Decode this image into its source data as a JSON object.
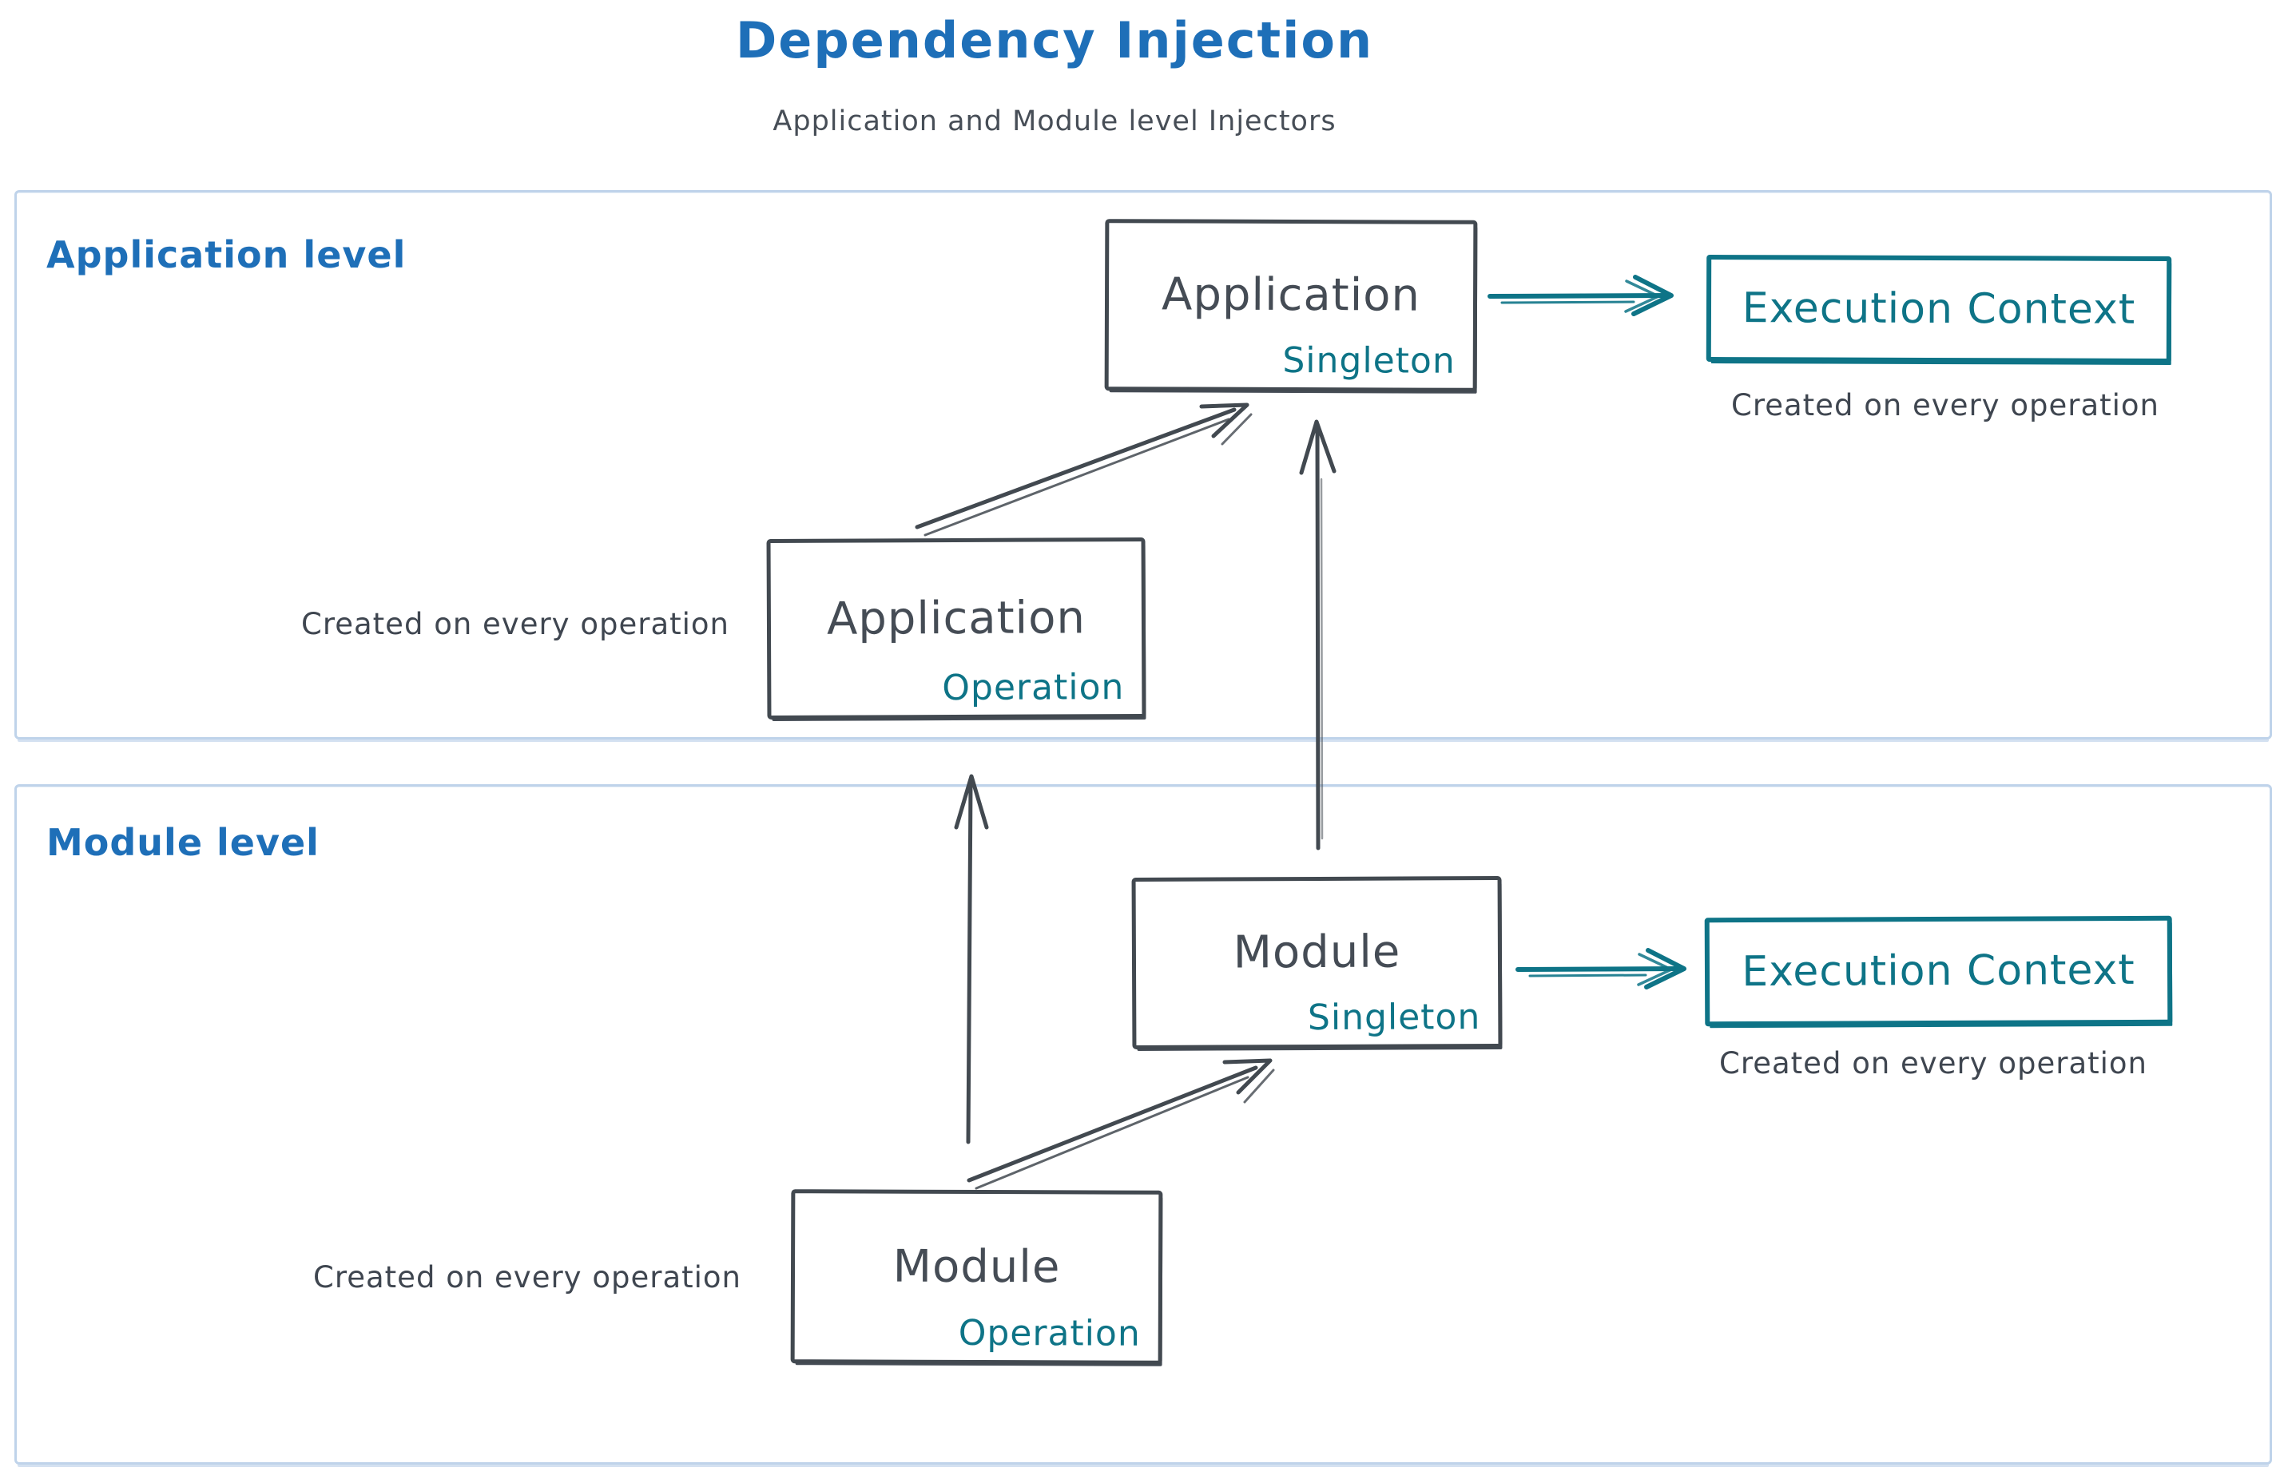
{
  "title": "Dependency Injection",
  "subtitle": "Application and Module level Injectors",
  "colors": {
    "title_blue": "#1e6fb8",
    "ink_dark": "#424950",
    "accent_teal": "#0e7487",
    "frame_blue": "#bfd3ea"
  },
  "sections": {
    "application": {
      "label": "Application level",
      "operation_box": {
        "title": "Application",
        "tag": "Operation"
      },
      "operation_caption": "Created on every operation",
      "singleton_box": {
        "title": "Application",
        "tag": "Singleton"
      },
      "execution_box": {
        "label": "Execution Context"
      },
      "execution_caption": "Created on every operation"
    },
    "module": {
      "label": "Module level",
      "operation_box": {
        "title": "Module",
        "tag": "Operation"
      },
      "operation_caption": "Created on every operation",
      "singleton_box": {
        "title": "Module",
        "tag": "Singleton"
      },
      "execution_box": {
        "label": "Execution Context"
      },
      "execution_caption": "Created on every operation"
    }
  }
}
